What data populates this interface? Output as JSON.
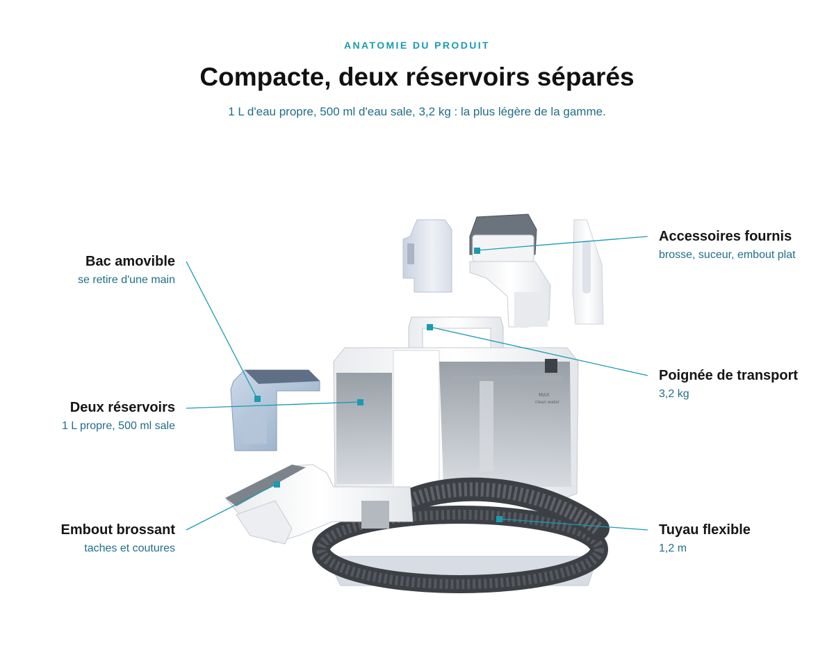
{
  "eyebrow": "ANATOMIE DU PRODUIT",
  "title": "Compacte, deux réservoirs séparés",
  "subtitle": "1 L d'eau propre, 500 ml d'eau sale, 3,2 kg : la plus légère de la gamme.",
  "colors": {
    "accent": "#1a9bb0",
    "description": "#1f6e86",
    "heading": "#111111"
  },
  "callouts": {
    "bac": {
      "title": "Bac amovible",
      "desc": "se retire d'une main"
    },
    "reservoirs": {
      "title": "Deux réservoirs",
      "desc": "1 L propre, 500 ml sale"
    },
    "embout": {
      "title": "Embout brossant",
      "desc": "taches et coutures"
    },
    "accessoires": {
      "title": "Accessoires fournis",
      "desc": "brosse, suceur, embout plat"
    },
    "poignee": {
      "title": "Poignée de transport",
      "desc": "3,2 kg"
    },
    "tuyau": {
      "title": "Tuyau flexible",
      "desc": "1,2 m"
    }
  },
  "tank_labels": {
    "max": "MAX",
    "clean_water": "clean water"
  }
}
